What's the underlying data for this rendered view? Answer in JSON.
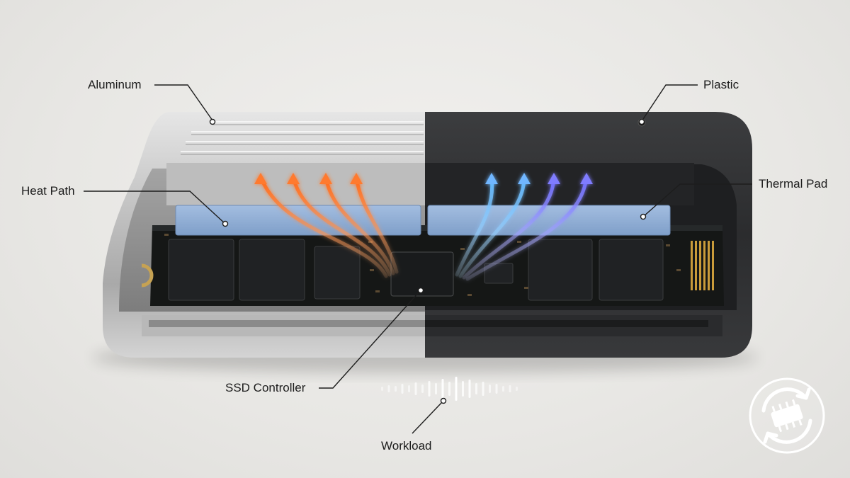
{
  "labels": {
    "aluminum": "Aluminum",
    "plastic": "Plastic",
    "heat_path": "Heat Path",
    "thermal_pad": "Thermal Pad",
    "ssd_controller": "SSD Controller",
    "workload": "Workload"
  },
  "colors": {
    "aluminum": "#c9c9c9",
    "plastic": "#2e2f31",
    "thermal_pad": "#8fb0d8",
    "heat_warm": "#ff7a2e",
    "heat_cool": "#6fb6ff",
    "heat_violet": "#7f7cff",
    "pcb": "#1a1c1b"
  },
  "icons": {
    "brand": "circular-arrows-chip-icon"
  }
}
